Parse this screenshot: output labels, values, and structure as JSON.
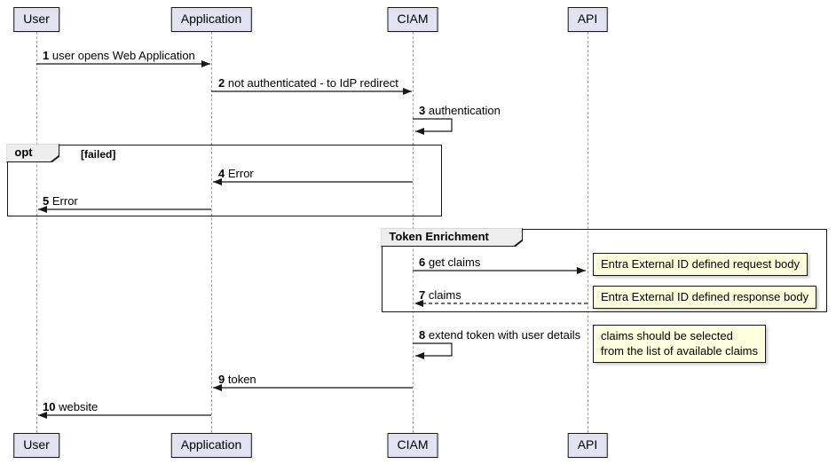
{
  "diagram": {
    "participants": {
      "user": "User",
      "application": "Application",
      "ciam": "CIAM",
      "api": "API"
    },
    "messages": {
      "m1": {
        "num": "1",
        "text": "user opens Web Application"
      },
      "m2": {
        "num": "2",
        "text": "not authenticated - to IdP redirect"
      },
      "m3": {
        "num": "3",
        "text": "authentication"
      },
      "m4": {
        "num": "4",
        "text": "Error"
      },
      "m5": {
        "num": "5",
        "text": "Error"
      },
      "m6": {
        "num": "6",
        "text": "get claims"
      },
      "m7": {
        "num": "7",
        "text": "claims"
      },
      "m8": {
        "num": "8",
        "text": "extend token with user details"
      },
      "m9": {
        "num": "9",
        "text": "token"
      },
      "m10": {
        "num": "10",
        "text": "website"
      }
    },
    "fragments": {
      "opt": {
        "label": "opt",
        "guard": "[failed]"
      },
      "token_enrichment": {
        "label": "Token Enrichment"
      }
    },
    "notes": {
      "request_body": "Entra External ID defined request body",
      "response_body": "Entra External ID defined response body",
      "claims_selection": "claims should be selected\nfrom the list of available claims"
    },
    "colors": {
      "participant_fill": "#E2E2F0",
      "note_fill": "#FEFFDD",
      "fragment_header_fill": "#EEEEEE",
      "line": "#181818",
      "lifeline": "#A8A8A8"
    }
  }
}
